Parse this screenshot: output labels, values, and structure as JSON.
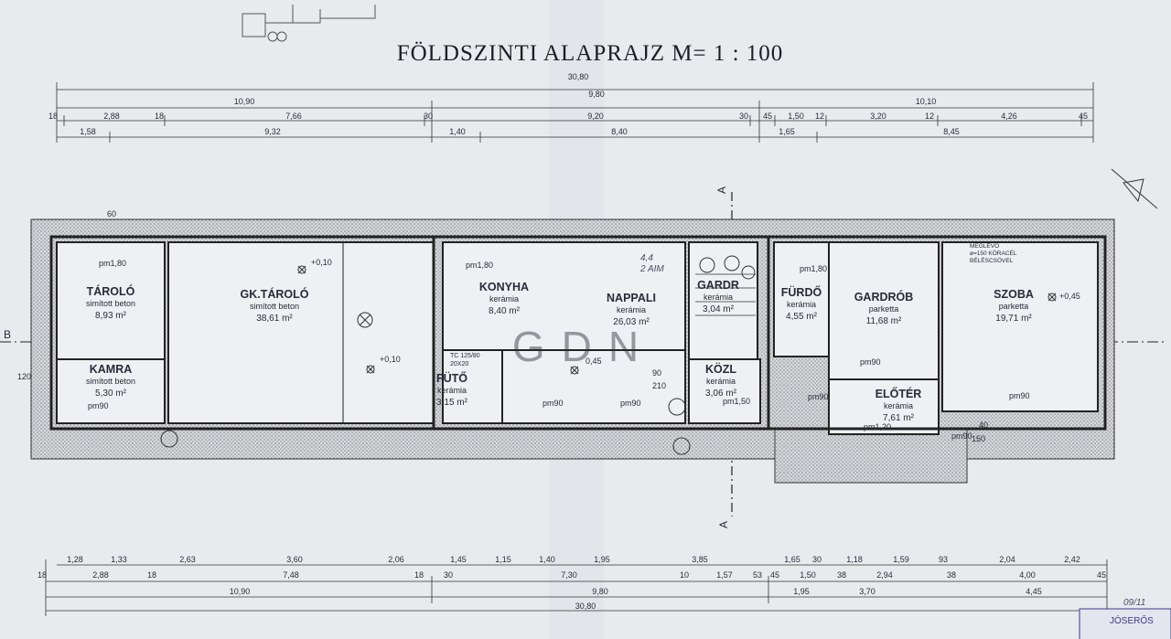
{
  "title": "FÖLDSZINTI ALAPRAJZ M= 1 : 100",
  "section_marks": {
    "a_top": "A",
    "a_bottom": "A",
    "b_left": "B"
  },
  "dims_top": {
    "total": "30,80",
    "r2": [
      "10,90",
      "9,80",
      "10,10"
    ],
    "r3": [
      "18",
      "2,88",
      "18",
      "7,66",
      "30",
      "9,20",
      "30",
      "45",
      "1,50",
      "12",
      "3,20",
      "12",
      "4,26",
      "45"
    ],
    "r4": [
      "1,58",
      "9,32",
      "1,40",
      "8,40",
      "1,65",
      "8,45"
    ]
  },
  "dims_bottom": {
    "r1": [
      "1,28",
      "1,33",
      "2,63",
      "3,60",
      "2,06",
      "1,45",
      "1,15",
      "1,40",
      "1,95",
      "3,85",
      "1,65",
      "30",
      "1,18",
      "1,59",
      "93",
      "2,04",
      "2,42"
    ],
    "r2": [
      "18",
      "2,88",
      "18",
      "7,48",
      "18",
      "30",
      "7,30",
      "10",
      "1,57",
      "53",
      "45",
      "1,50",
      "38",
      "2,94",
      "38",
      "4,00",
      "45"
    ],
    "r3": [
      "10,90",
      "9,80",
      "1,95",
      "3,70",
      "4,45"
    ],
    "total": "30,80"
  },
  "rooms": [
    {
      "name": "TÁROLÓ",
      "finish": "simított beton",
      "area": "8,93 m²"
    },
    {
      "name": "KAMRA",
      "finish": "simított beton",
      "area": "5,30 m²"
    },
    {
      "name": "GK.TÁROLÓ",
      "finish": "simított beton",
      "area": "38,61 m²"
    },
    {
      "name": "KONYHA",
      "finish": "kerámia",
      "area": "8,40 m²"
    },
    {
      "name": "NAPPALI",
      "finish": "kerámia",
      "area": "26,03 m²"
    },
    {
      "name": "GARDR",
      "finish": "kerámia",
      "area": "3,04 m²"
    },
    {
      "name": "FÜTŐ",
      "finish": "kerámia",
      "area": "3,15 m²"
    },
    {
      "name": "KÖZL",
      "finish": "kerámia",
      "area": "3,06 m²"
    },
    {
      "name": "FÜRDŐ",
      "finish": "kerámia",
      "area": "4,55 m²"
    },
    {
      "name": "GARDRÓB",
      "finish": "parketta",
      "area": "11,68 m²"
    },
    {
      "name": "SZOBA",
      "finish": "parketta",
      "area": "19,71 m²"
    },
    {
      "name": "ELŐTÉR",
      "finish": "kerámia",
      "area": "7,61 m²"
    }
  ],
  "labels": {
    "pm180a": "pm1,80",
    "pm180b": "pm1,80",
    "pm180c": "pm1,80",
    "pm90a": "pm90",
    "pm90b": "pm90",
    "pm90c": "pm90",
    "pm90d": "pm90",
    "pm90e": "pm90",
    "pm90f": "pm90",
    "pm90g": "pm90",
    "pm150": "pm1,50",
    "pm120": "pm1,20",
    "lvl1": "+0,10",
    "lvl2": "+0,10",
    "lvl3": "+0,45",
    "lvl4": "0,45",
    "tc1": "TC 125/80",
    "tc2": "20X20",
    "note1": "MEGLÉVŐ",
    "note2": "ø=150 KÖRACÉL",
    "note3": "BÉLÉSCSÖVEL",
    "d90": "90",
    "d210": "210",
    "d120": "120",
    "d150": "150",
    "d60": "60",
    "d40": "40"
  },
  "watermark": "GDN",
  "handwriting": {
    "h1": "2 AIM",
    "h2": "4,4"
  },
  "stamp": {
    "corner": "09/11",
    "text": "JÓSERŐS"
  }
}
